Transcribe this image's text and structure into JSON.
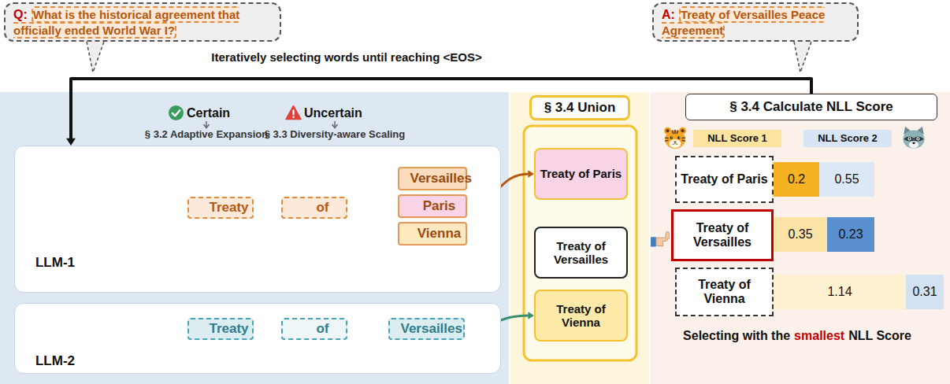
{
  "diagram": {
    "nodes": [
      {
        "text": [
          "Q:",
          "What is the historical agreement that officially ended World War I?"
        ]
      },
      {
        "text": [
          "A:",
          "Treaty of Versailles Peace Agreement"
        ]
      },
      {
        "text": [
          "LLM-1"
        ]
      },
      {
        "text": [
          "Treaty"
        ],
        "in": 2
      },
      {
        "text": [
          "of"
        ],
        "in": 2
      },
      {
        "text": [
          "Versailles"
        ],
        "in": 2
      },
      {
        "text": [
          "Paris"
        ],
        "in": 2
      },
      {
        "text": [
          "Vienna"
        ],
        "in": 2
      },
      {
        "text": [
          "LLM-2"
        ]
      },
      {
        "text": [
          "Treaty"
        ],
        "in": 8
      },
      {
        "text": [
          "of"
        ],
        "in": 8
      },
      {
        "text": [
          "Versailles"
        ],
        "in": 8
      },
      {
        "text": [
          "§ 3.4 Union"
        ]
      },
      {
        "text": [
          "Treaty of Paris"
        ]
      },
      {
        "text": [
          "Treaty of Versailles"
        ]
      },
      {
        "text": [
          "Treaty of Vienna"
        ]
      },
      {
        "text": [
          "§ 3.4 Calculate NLL Score"
        ]
      },
      {
        "text": [
          "NLL Score 1"
        ]
      },
      {
        "text": [
          "NLL Score 2"
        ]
      },
      {
        "text": [
          "Treaty of Paris"
        ]
      },
      {
        "text": [
          "0.2"
        ]
      },
      {
        "text": [
          "0.55"
        ]
      },
      {
        "text": [
          "Treaty of Versailles"
        ]
      },
      {
        "text": [
          "0.35"
        ]
      },
      {
        "text": [
          "0.23"
        ]
      },
      {
        "text": [
          "Treaty of Vienna"
        ]
      },
      {
        "text": [
          "1.14"
        ]
      },
      {
        "text": [
          "0.31"
        ]
      }
    ],
    "edges": [
      {
        "from": 16,
        "to": 2,
        "arrow": "to",
        "label": "Iteratively selecting words until reaching <EOS>"
      },
      {
        "from": 3,
        "to": 4,
        "arrow": "to"
      },
      {
        "from": 4,
        "to": 5,
        "arrow": "to"
      },
      {
        "from": 4,
        "to": 6,
        "arrow": "to"
      },
      {
        "from": 4,
        "to": 7,
        "arrow": "to"
      },
      {
        "from": 9,
        "to": 10,
        "arrow": "to"
      },
      {
        "from": 10,
        "to": 11,
        "arrow": "to"
      },
      {
        "from": 6,
        "to": 13,
        "arrow": "to"
      },
      {
        "from": 11,
        "to": 15,
        "arrow": "to"
      }
    ],
    "labels": [
      "Certain",
      "§ 3.2 Adaptive Expansion",
      "Uncertain",
      "§ 3.3 Diversity-aware Scaling",
      "Selecting with the",
      "smallest",
      "NLL Score"
    ]
  }
}
